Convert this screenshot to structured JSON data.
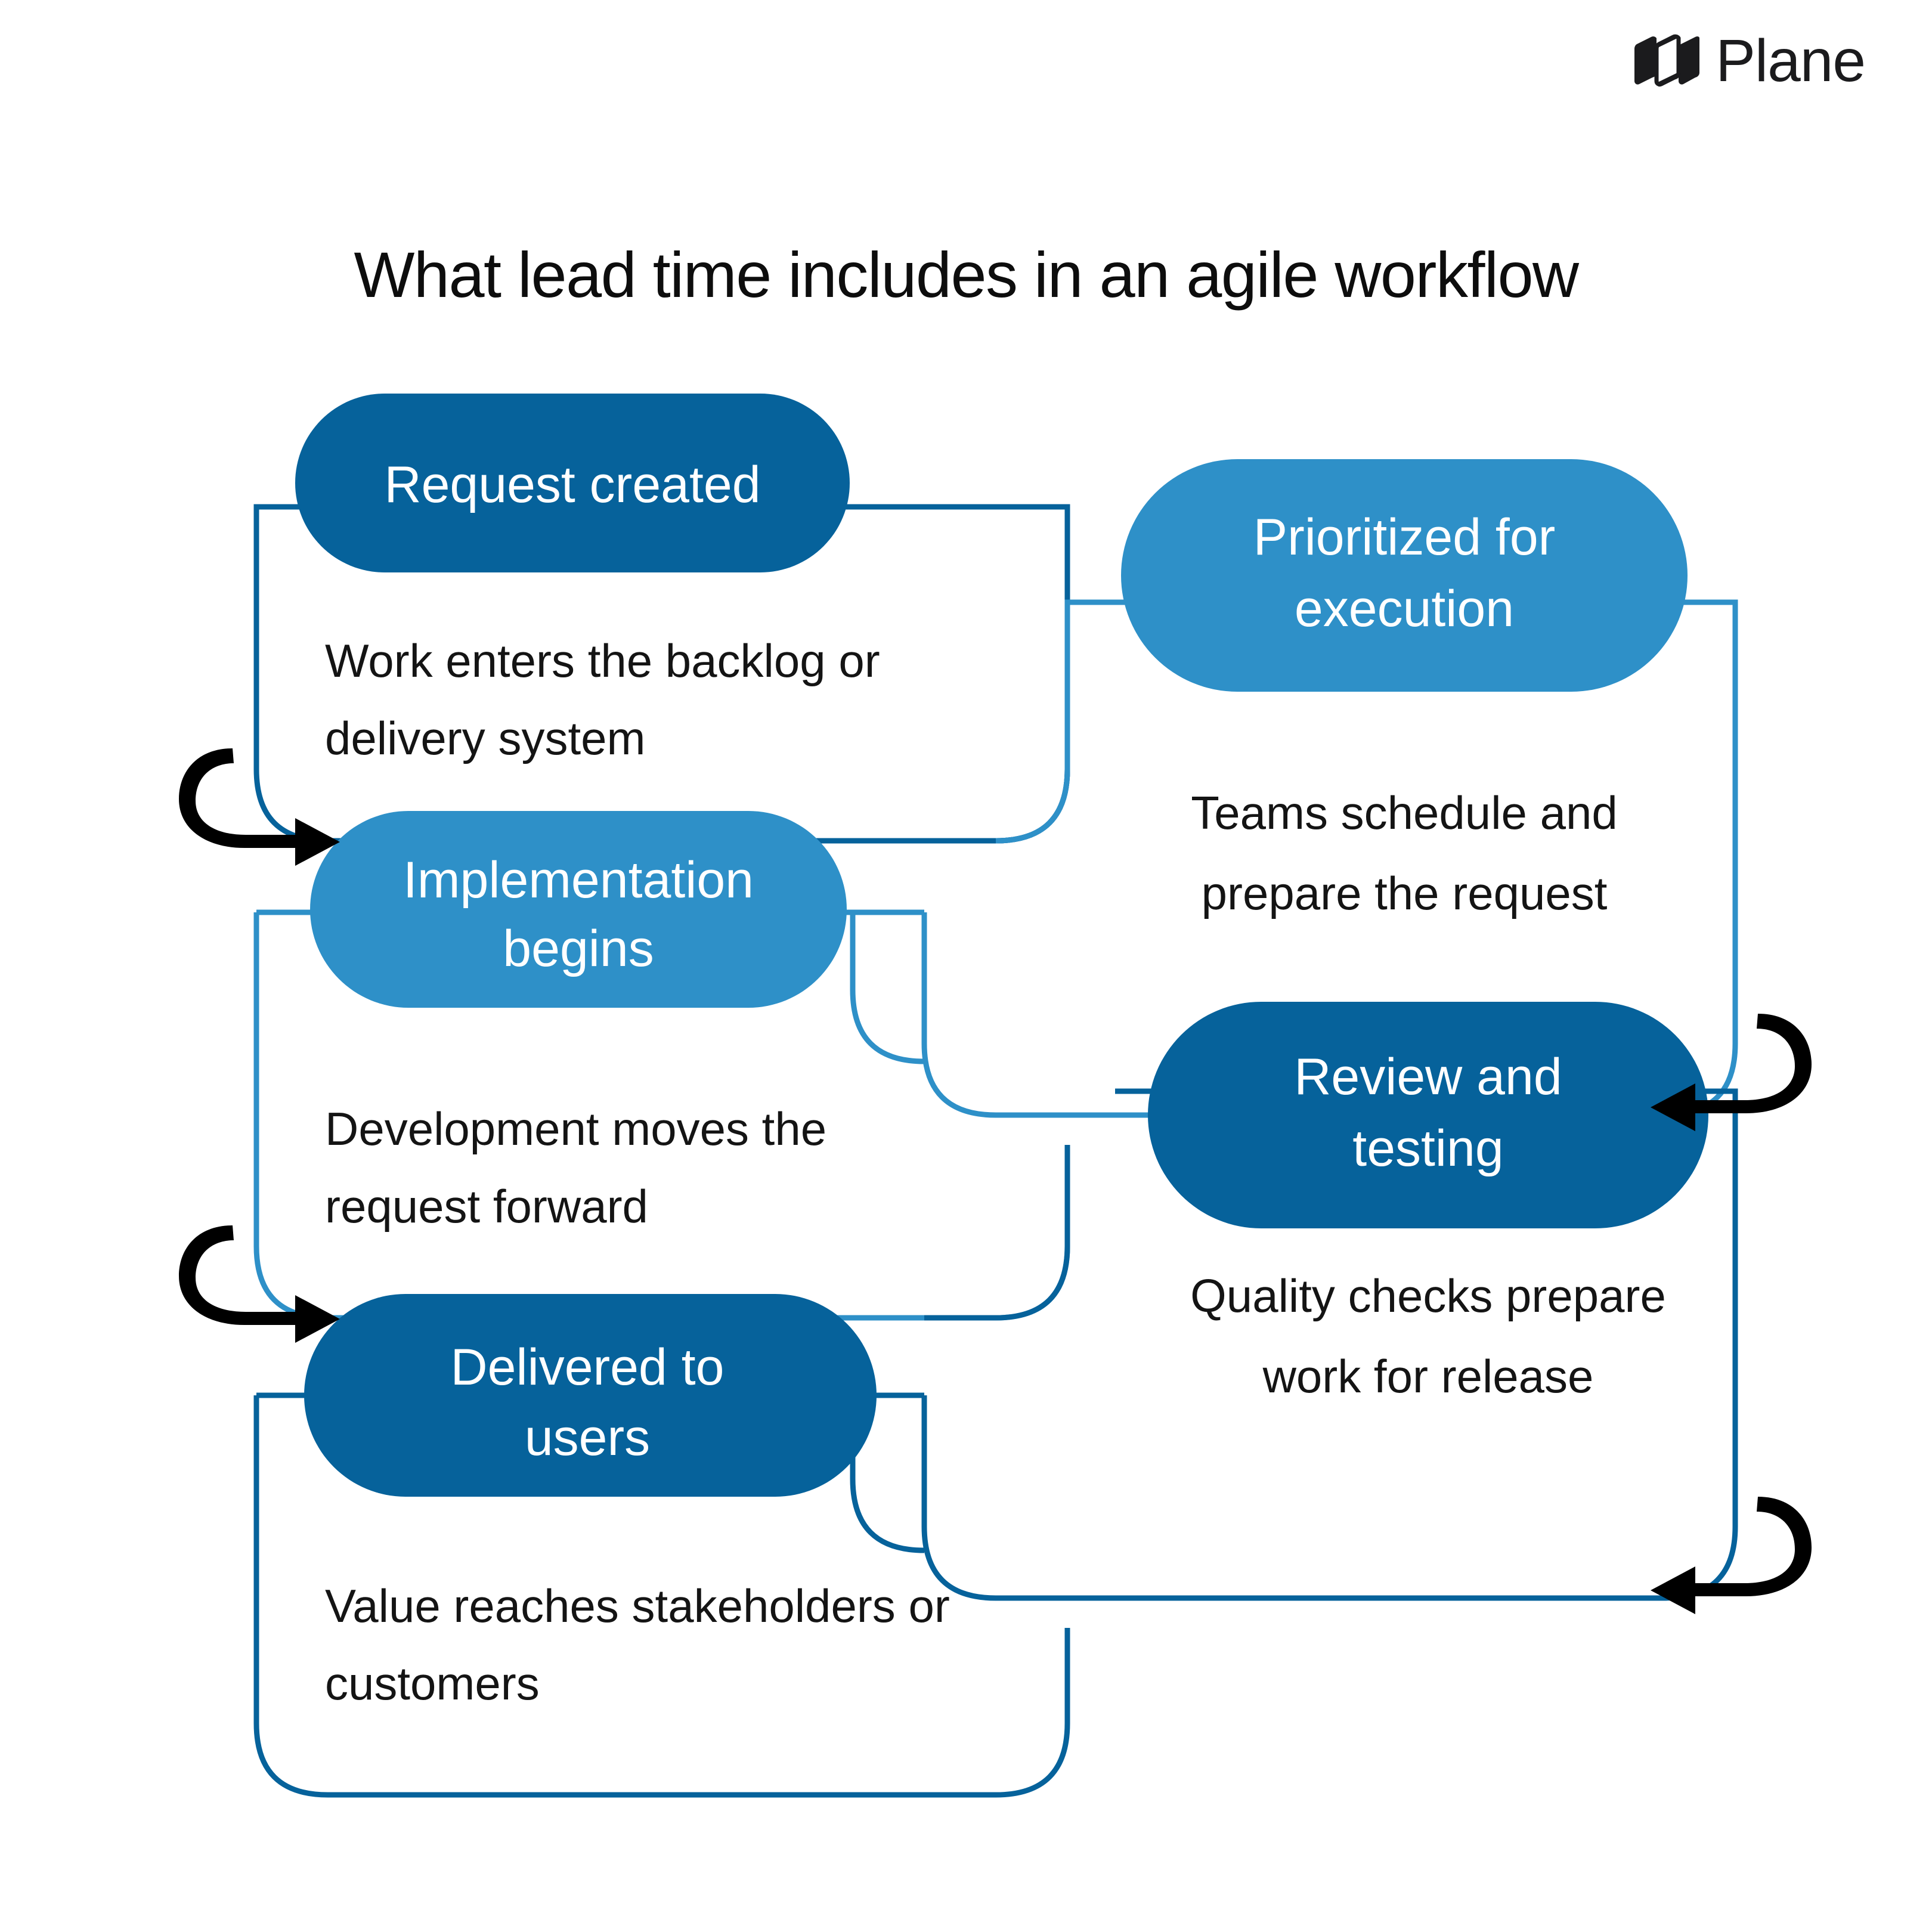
{
  "brand": {
    "name": "Plane",
    "logo_icon": "plane-logo-icon"
  },
  "title": "What lead time includes in an agile workflow",
  "colors": {
    "dark_blue": "#06629B",
    "light_blue": "#2E90C8",
    "text": "#141414",
    "pill_text": "#FFFFFF",
    "background": "#FFFFFF",
    "arrow": "#000000"
  },
  "diagram": {
    "type": "serpentine-flow",
    "steps": [
      {
        "id": "request-created",
        "index": 1,
        "title": "Request created",
        "title_lines": [
          "Request created"
        ],
        "description": "Work enters the backlog or delivery system",
        "description_lines": [
          "Work enters the backlog or",
          "delivery system"
        ],
        "tone": "dark",
        "column": "left",
        "text_align": "left"
      },
      {
        "id": "prioritized-for-execution",
        "index": 2,
        "title": "Prioritized for execution",
        "title_lines": [
          "Prioritized for",
          "execution"
        ],
        "description": "Teams schedule and prepare the request",
        "description_lines": [
          "Teams schedule and",
          "prepare the request"
        ],
        "tone": "light",
        "column": "right",
        "text_align": "center"
      },
      {
        "id": "implementation-begins",
        "index": 3,
        "title": "Implementation begins",
        "title_lines": [
          "Implementation",
          "begins"
        ],
        "description": "Development moves the request forward",
        "description_lines": [
          "Development moves the",
          "request forward"
        ],
        "tone": "light",
        "column": "left",
        "text_align": "left"
      },
      {
        "id": "review-and-testing",
        "index": 4,
        "title": "Review and testing",
        "title_lines": [
          "Review and",
          "testing"
        ],
        "description": "Quality checks prepare work for release",
        "description_lines": [
          "Quality checks prepare",
          "work for release"
        ],
        "tone": "dark",
        "column": "right",
        "text_align": "center"
      },
      {
        "id": "delivered-to-users",
        "index": 5,
        "title": "Delivered to users",
        "title_lines": [
          "Delivered to",
          "users"
        ],
        "description": "Value reaches stakeholders or customers",
        "description_lines": [
          "Value reaches stakeholders or",
          "customers"
        ],
        "tone": "dark",
        "column": "left",
        "text_align": "left"
      }
    ],
    "loop_arrows": [
      {
        "id": "loop-arrow-1",
        "side": "left",
        "direction": "right"
      },
      {
        "id": "loop-arrow-2",
        "side": "right",
        "direction": "left"
      },
      {
        "id": "loop-arrow-3",
        "side": "left",
        "direction": "right"
      },
      {
        "id": "loop-arrow-4",
        "side": "right",
        "direction": "left"
      }
    ]
  }
}
